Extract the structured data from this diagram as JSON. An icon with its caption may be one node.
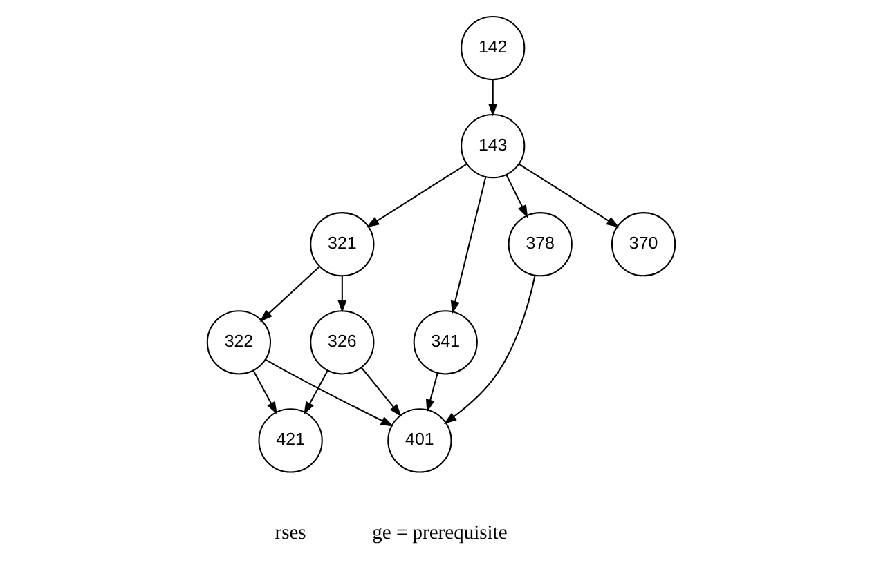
{
  "diagram": {
    "nodes": [
      {
        "text": [
          "142"
        ]
      },
      {
        "text": [
          "143"
        ]
      },
      {
        "text": [
          "321"
        ]
      },
      {
        "text": [
          "322"
        ]
      },
      {
        "text": [
          "370"
        ]
      },
      {
        "text": [
          "341"
        ]
      },
      {
        "text": [
          "326"
        ]
      },
      {
        "text": [
          "378"
        ]
      },
      {
        "text": [
          "421"
        ]
      },
      {
        "text": [
          "401"
        ]
      }
    ],
    "edges": [
      {
        "from": 0,
        "to": 1,
        "arrow": "to"
      },
      {
        "from": 1,
        "to": 2,
        "arrow": "to"
      },
      {
        "from": 1,
        "to": 4,
        "arrow": "to"
      },
      {
        "from": 1,
        "to": 5,
        "arrow": "to"
      },
      {
        "from": 1,
        "to": 7,
        "arrow": "to"
      },
      {
        "from": 2,
        "to": 3,
        "arrow": "to"
      },
      {
        "from": 2,
        "to": 6,
        "arrow": "to"
      },
      {
        "from": 3,
        "to": 9,
        "arrow": "to"
      },
      {
        "from": 3,
        "to": 8,
        "arrow": "to"
      },
      {
        "from": 6,
        "to": 9,
        "arrow": "to"
      },
      {
        "from": 6,
        "to": 8,
        "arrow": "to"
      },
      {
        "from": 5,
        "to": 9,
        "arrow": "to"
      },
      {
        "from": 7,
        "to": 9,
        "arrow": "to"
      }
    ],
    "labels": [
      "rses",
      "ge = prerequisite"
    ]
  }
}
